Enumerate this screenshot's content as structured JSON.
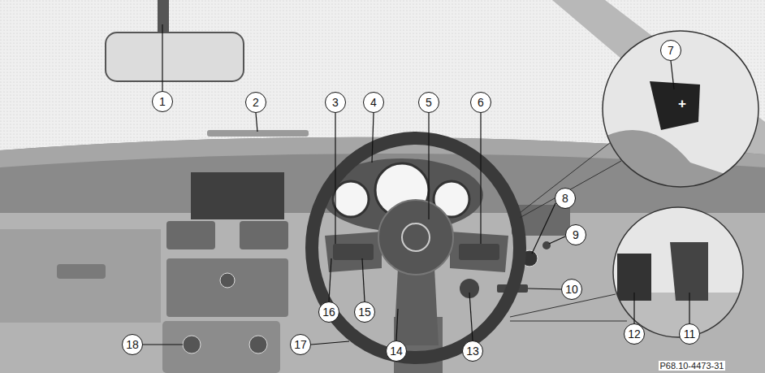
{
  "diagram": {
    "labels": [
      "1",
      "2",
      "3",
      "4",
      "5",
      "6",
      "7",
      "+",
      "8",
      "9",
      "10",
      "11",
      "12",
      "13",
      "14",
      "15",
      "16",
      "17",
      "18",
      "P68.10-4473-31"
    ]
  }
}
